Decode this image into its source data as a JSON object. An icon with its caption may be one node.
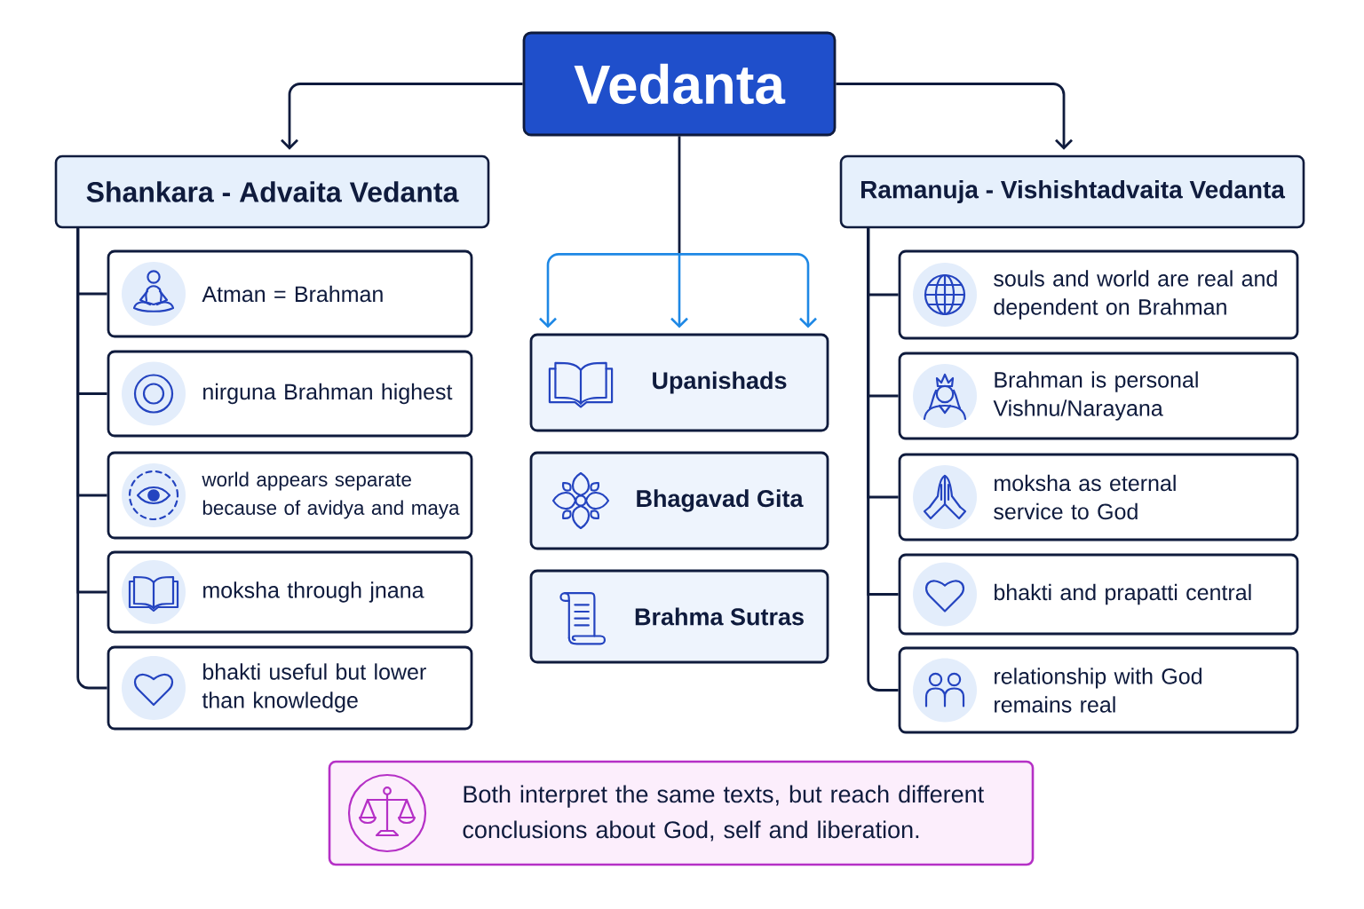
{
  "diagram": {
    "nodes": [
      {
        "text": [
          "Vedanta"
        ]
      },
      {
        "text": [
          "Shankara - Advaita Vedanta"
        ]
      },
      {
        "text": [
          "Atman = Brahman"
        ]
      },
      {
        "text": [
          "nirguna Brahman highest"
        ]
      },
      {
        "text": [
          "world appears separate because of avidya and maya"
        ]
      },
      {
        "text": [
          "moksha through jnana"
        ]
      },
      {
        "text": [
          "bhakti useful but lower than knowledge"
        ]
      },
      {
        "text": [
          "Upanishads"
        ]
      },
      {
        "text": [
          "Bhagavad Gita"
        ]
      },
      {
        "text": [
          "Brahma Sutras"
        ]
      },
      {
        "text": [
          "Ramanuja - Vishishtadvaita Vedanta"
        ]
      },
      {
        "text": [
          "souls and world are real and dependent on Brahman"
        ]
      },
      {
        "text": [
          "Brahman is personal Vishnu/Narayana"
        ]
      },
      {
        "text": [
          "moksha as eternal service to God"
        ]
      },
      {
        "text": [
          "bhakti and prapatti central"
        ]
      },
      {
        "text": [
          "relationship with God remains real"
        ]
      },
      {
        "text": [
          "Both interpret the same texts, but reach different conclusions about God, self and liberation."
        ]
      }
    ],
    "edges": [
      {
        "from": 0,
        "to": 1,
        "arrow": "to"
      },
      {
        "from": 0,
        "to": 10,
        "arrow": "to"
      },
      {
        "from": 0,
        "to": 7,
        "arrow": "to",
        "color": "#1e88e5"
      },
      {
        "from": 1,
        "to": 2,
        "arrow": "none"
      },
      {
        "from": 1,
        "to": 3,
        "arrow": "none"
      },
      {
        "from": 1,
        "to": 4,
        "arrow": "none"
      },
      {
        "from": 1,
        "to": 5,
        "arrow": "none"
      },
      {
        "from": 1,
        "to": 6,
        "arrow": "none"
      },
      {
        "from": 10,
        "to": 11,
        "arrow": "none"
      },
      {
        "from": 10,
        "to": 12,
        "arrow": "none"
      },
      {
        "from": 10,
        "to": 13,
        "arrow": "none"
      },
      {
        "from": 10,
        "to": 14,
        "arrow": "none"
      },
      {
        "from": 10,
        "to": 15,
        "arrow": "none"
      }
    ]
  }
}
